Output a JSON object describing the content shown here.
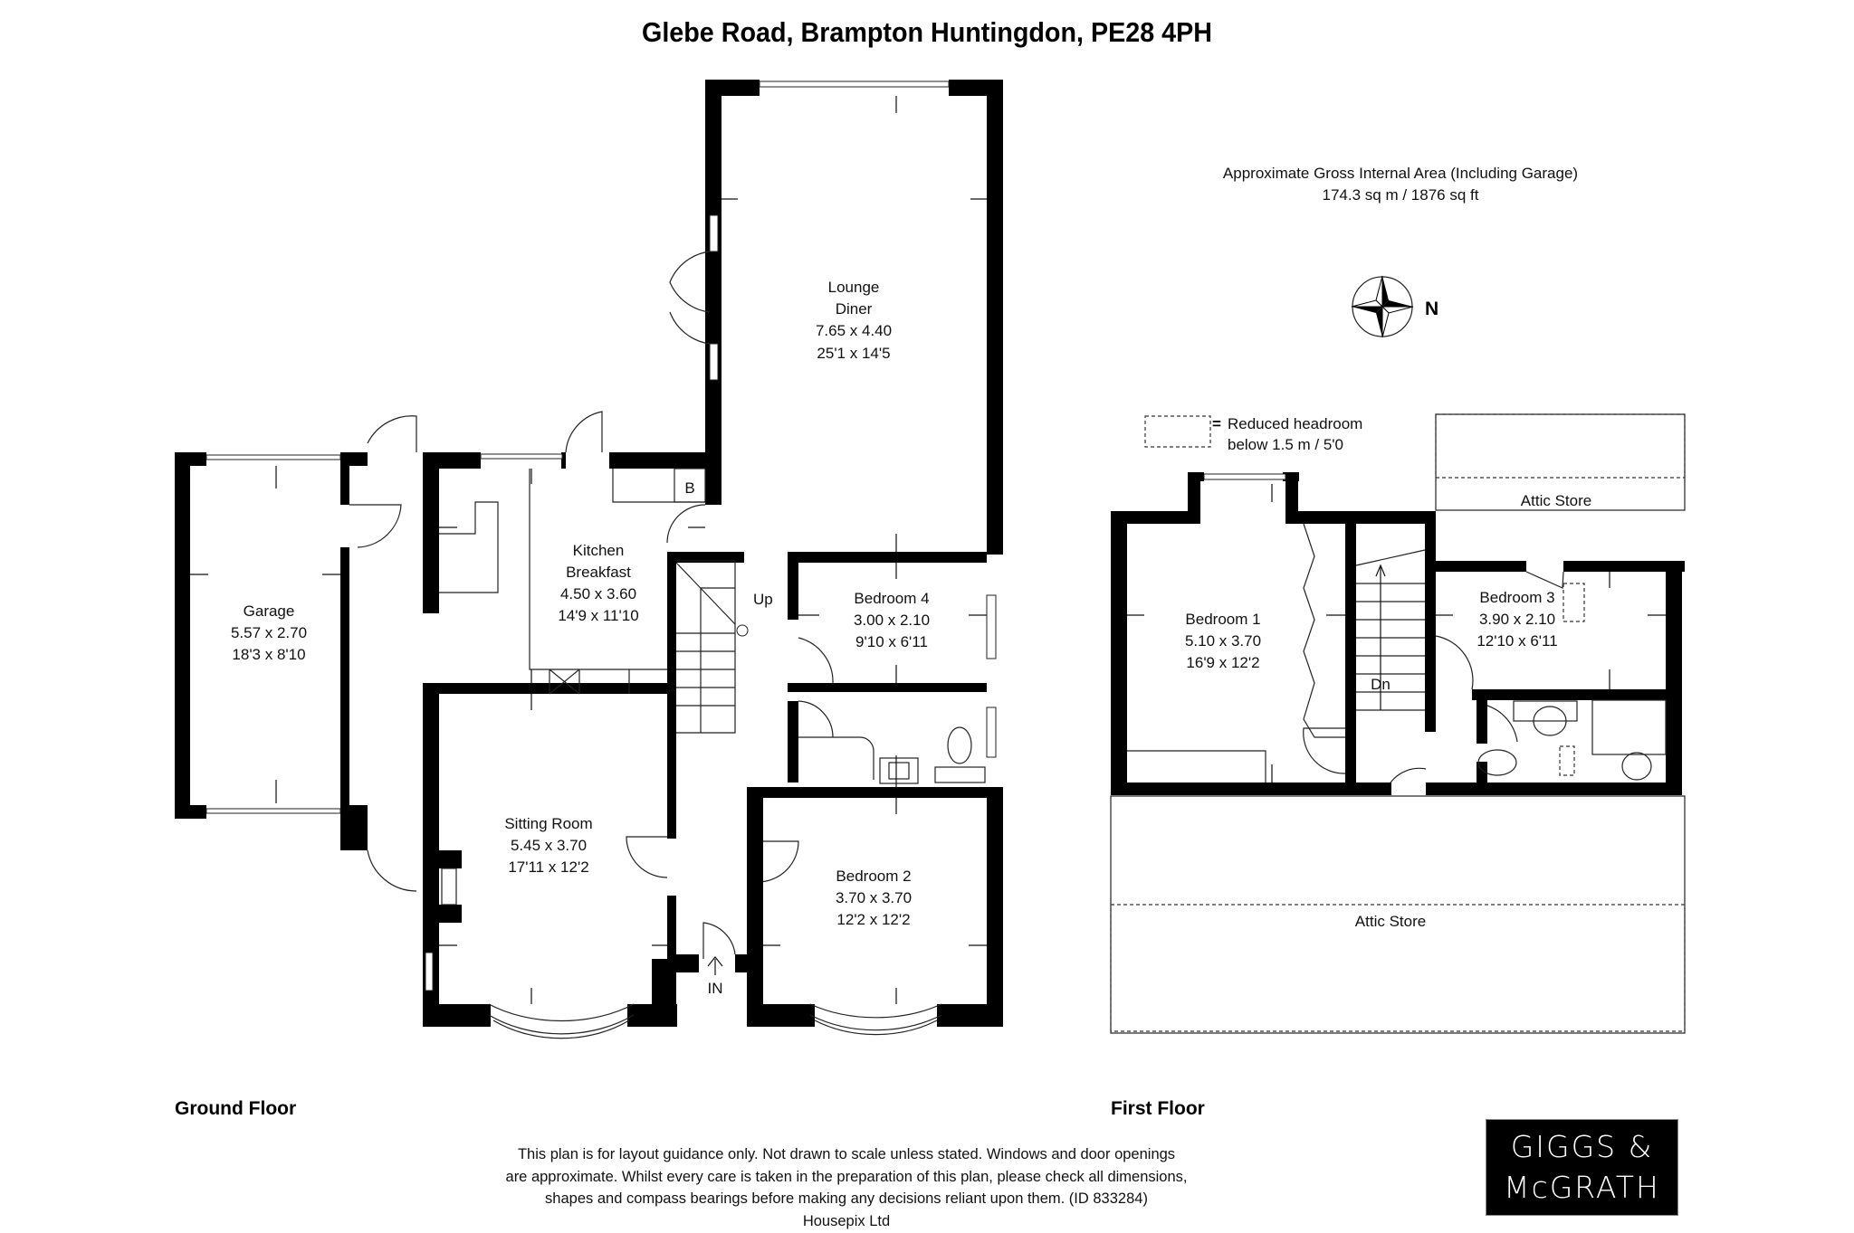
{
  "title": "Glebe Road, Brampton Huntingdon, PE28 4PH",
  "area": {
    "label": "Approximate Gross Internal Area (Including Garage)",
    "value": "174.3 sq m / 1876 sq ft"
  },
  "compass": {
    "icon": "compass-rose-icon",
    "direction_label": "N"
  },
  "legend": {
    "symbol": "dashed-rectangle",
    "equals": "=",
    "line1": "Reduced headroom",
    "line2": "below 1.5 m / 5'0"
  },
  "floors": {
    "ground": {
      "label": "Ground Floor",
      "rooms": {
        "lounge": {
          "name1": "Lounge",
          "name2": "Diner",
          "metric": "7.65 x 4.40",
          "imperial": "25'1 x 14'5"
        },
        "kitchen": {
          "name1": "Kitchen",
          "name2": "Breakfast",
          "metric": "4.50 x 3.60",
          "imperial": "14'9 x 11'10"
        },
        "garage": {
          "name": "Garage",
          "metric": "5.57 x 2.70",
          "imperial": "18'3 x 8'10"
        },
        "bedroom4": {
          "name": "Bedroom 4",
          "metric": "3.00 x 2.10",
          "imperial": "9'10 x 6'11"
        },
        "sitting": {
          "name": "Sitting Room",
          "metric": "5.45 x 3.70",
          "imperial": "17'11 x 12'2"
        },
        "bedroom2": {
          "name": "Bedroom 2",
          "metric": "3.70 x 3.70",
          "imperial": "12'2 x 12'2"
        }
      },
      "labels": {
        "boiler": "B",
        "stairs_up": "Up",
        "entrance": "IN"
      }
    },
    "first": {
      "label": "First Floor",
      "rooms": {
        "bedroom1": {
          "name": "Bedroom 1",
          "metric": "5.10 x 3.70",
          "imperial": "16'9 x 12'2"
        },
        "bedroom3": {
          "name": "Bedroom 3",
          "metric": "3.90 x 2.10",
          "imperial": "12'10 x 6'11"
        },
        "attic_upper": {
          "name": "Attic Store"
        },
        "attic_lower": {
          "name": "Attic Store"
        }
      },
      "labels": {
        "stairs_down": "Dn"
      }
    }
  },
  "disclaimer": {
    "line1": "This plan is for layout guidance only. Not drawn to scale unless stated. Windows and door openings",
    "line2": "are approximate. Whilst every care is taken in the preparation of this plan, please check all dimensions,",
    "line3": "shapes and compass bearings before making any decisions reliant upon them. (ID 833284)",
    "line4": "Housepix Ltd"
  },
  "logo": {
    "line1": "GIGGS &",
    "line2": "McGRATH",
    "background": "#000000",
    "text_color": "#ffffff"
  }
}
